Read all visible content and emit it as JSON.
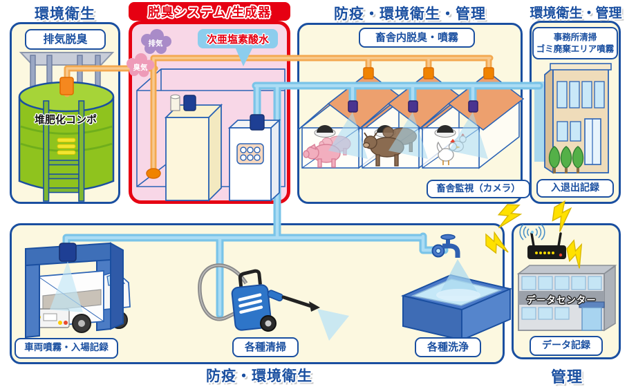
{
  "diagram": {
    "headers": {
      "env_hygiene": "環境衛生",
      "system_title": "脱臭システム/生成器",
      "barn_header": "防疫・環境衛生・管理",
      "office_header": "環境衛生・管理",
      "bottom_header": "防疫・環境衛生",
      "manage_header": "管理"
    },
    "labels": {
      "exhaust_deodor": "排気脱臭",
      "compost": "堆肥化コンポ",
      "exhaust_cloud": "排気",
      "odor_cloud": "臭気",
      "hypochlorous_water": "次亜塩素酸水",
      "barn_spray": "畜舎内脱臭・噴霧",
      "barn_camera": "畜舎監視（カメラ）",
      "office_line1": "事務所清掃",
      "office_line2": "ゴミ廃棄エリア噴霧",
      "entry_exit": "入退出記録",
      "vehicle_spray": "車両噴霧・入場記録",
      "cleaning": "各種清掃",
      "washing": "各種洗浄",
      "datacenter": "データセンター",
      "data_record": "データ記録"
    },
    "colors": {
      "accent_blue": "#1A4FA0",
      "accent_red": "#E60012",
      "panel_cream": "#FCF8E0",
      "panel_pink": "#F8D7E7",
      "water_pipe": "#85CBEA",
      "odor_pipe": "#F5AE5E",
      "lightning_yellow": "#FFE100",
      "tank_green": "#8FC31E"
    }
  }
}
